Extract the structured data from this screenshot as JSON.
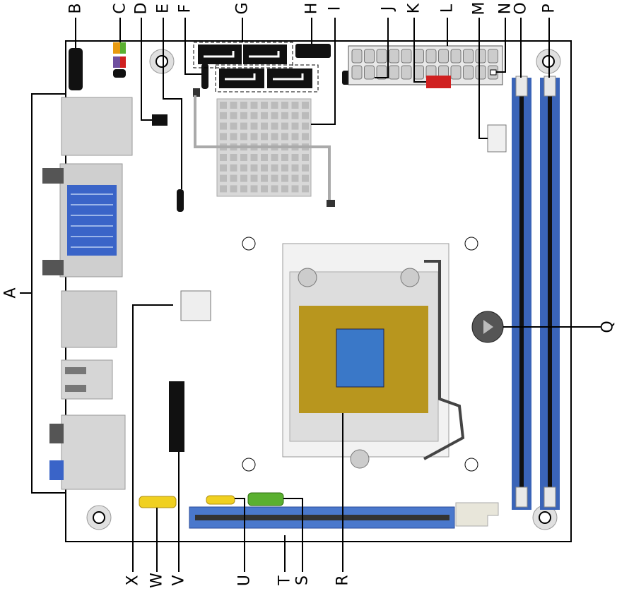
{
  "title": "Motherboard component layout",
  "callouts": {
    "A": "A",
    "B": "B",
    "C": "C",
    "D": "D",
    "E": "E",
    "F": "F",
    "G": "G",
    "H": "H",
    "I": "I",
    "J": "J",
    "K": "K",
    "L": "L",
    "M": "M",
    "N": "N",
    "O": "O",
    "P": "P",
    "Q": "Q",
    "R": "R",
    "S": "S",
    "T": "T",
    "U": "U",
    "V": "V",
    "W": "W",
    "X": "X"
  },
  "colors": {
    "board_outline": "#000000",
    "memory_slot": "#3a64b8",
    "pcie_slot": "#4a78cc",
    "cpu_pins": "#b8961e",
    "cpu_die": "#3a78c8",
    "header_yellow": "#f0d020",
    "header_green": "#5ab030",
    "fan_red": "#d02020",
    "heatsink": "#c8c8c8"
  }
}
